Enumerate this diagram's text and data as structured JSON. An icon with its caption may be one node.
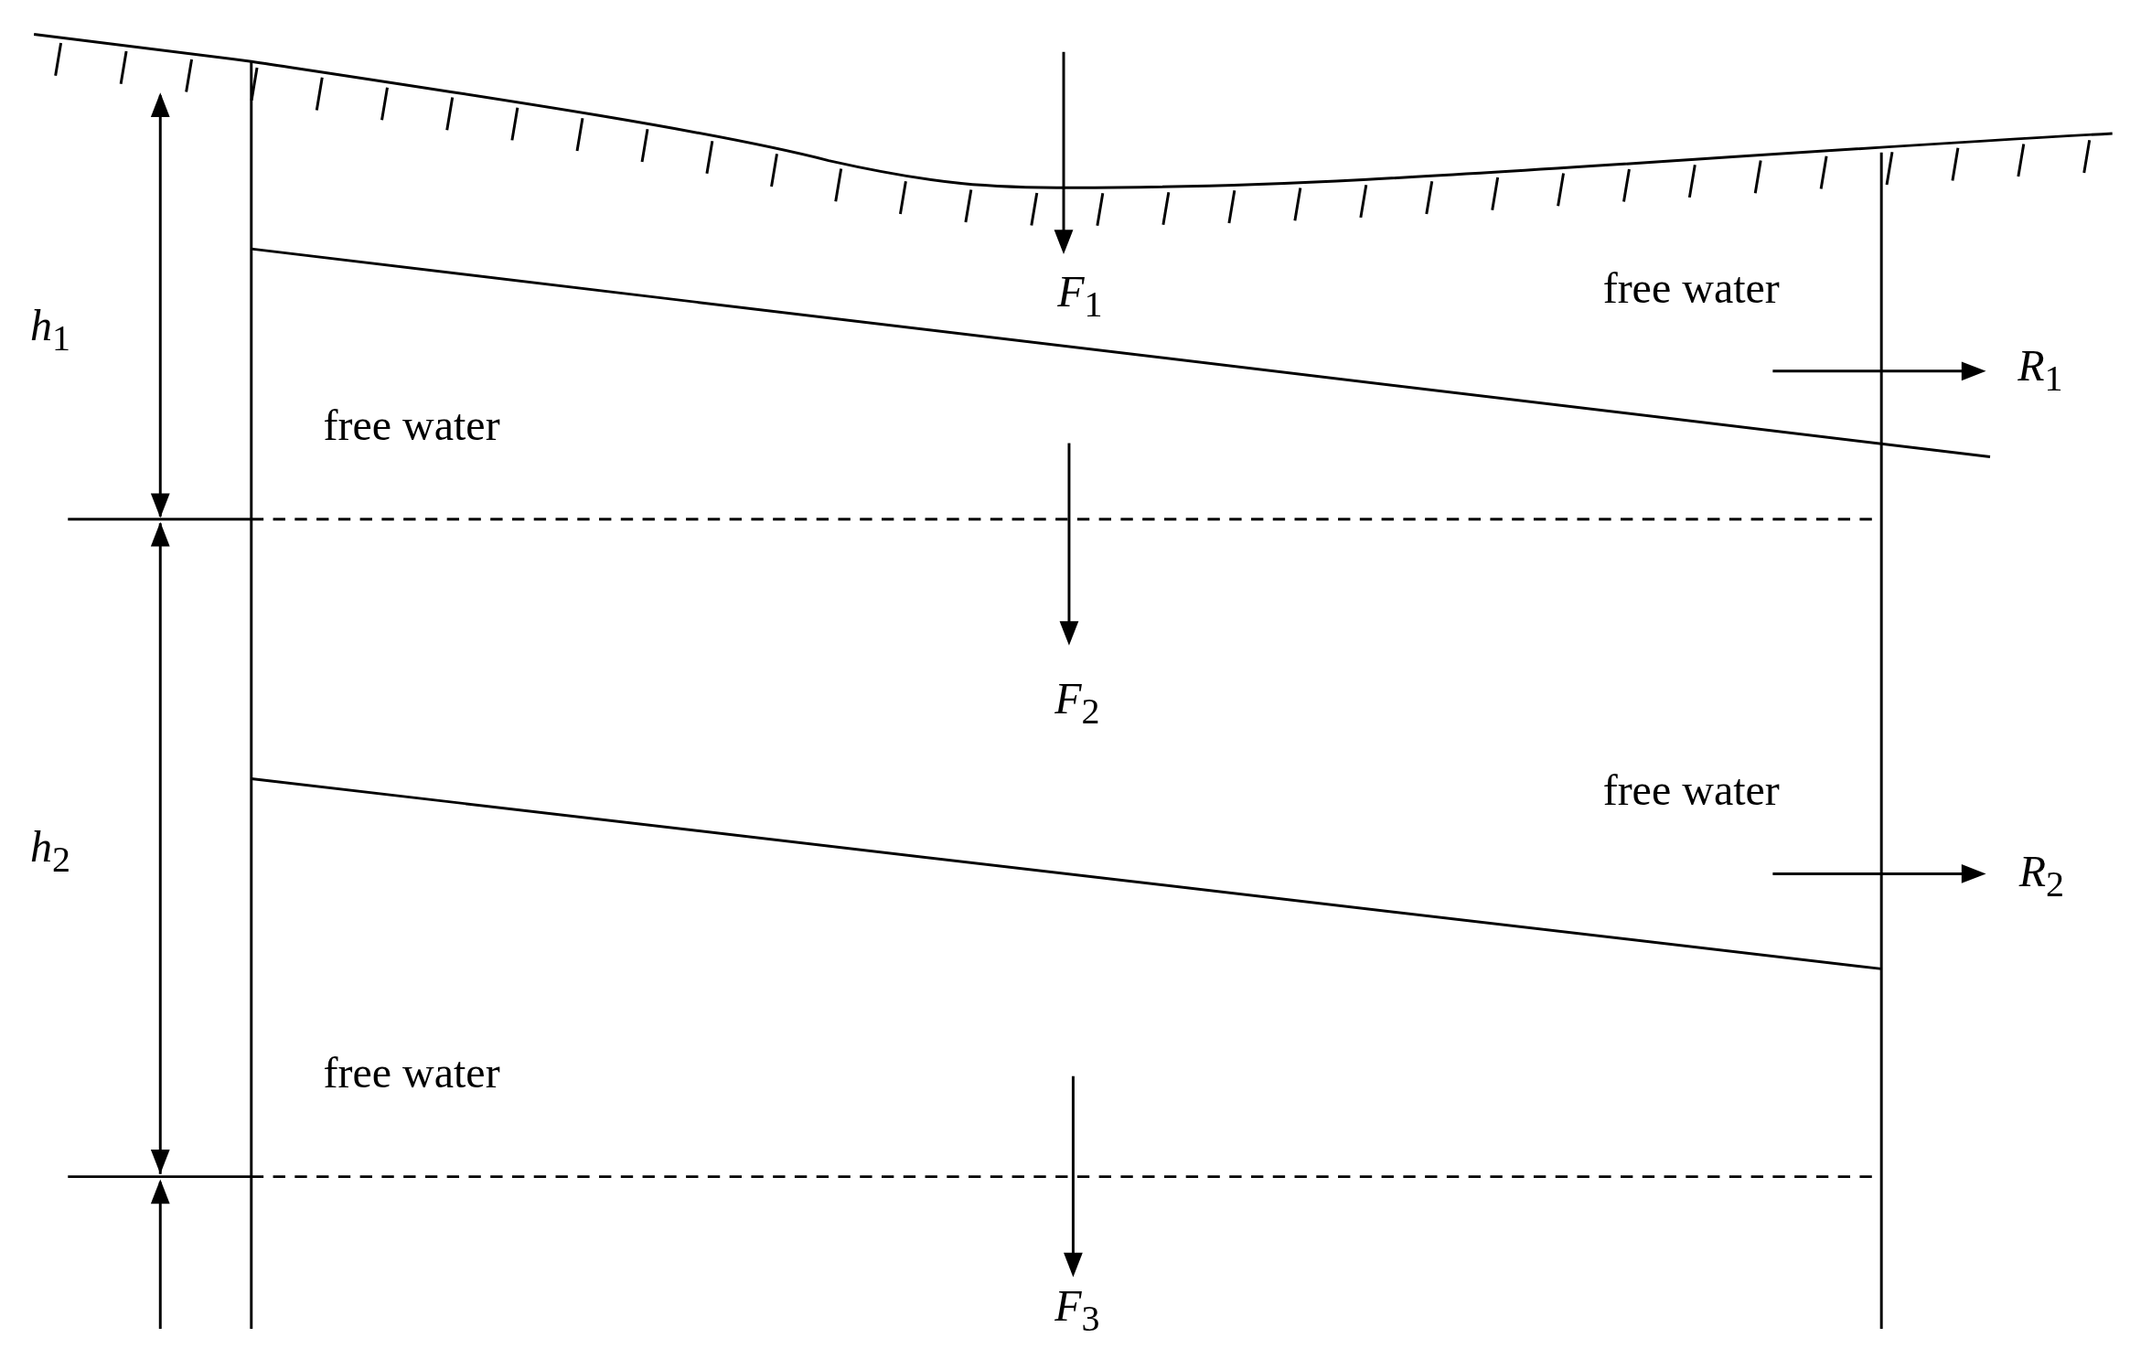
{
  "diagram": {
    "labels": [
      "free water",
      "*F*$_{1}$",
      "*h*$_{1}$",
      "*R*$_{1}$",
      "free water",
      "*F*$_{2}$",
      "free water",
      "*h*$_{2}$",
      "*R*$_{2}$",
      "free water",
      "*F*$_{3}$"
    ]
  }
}
